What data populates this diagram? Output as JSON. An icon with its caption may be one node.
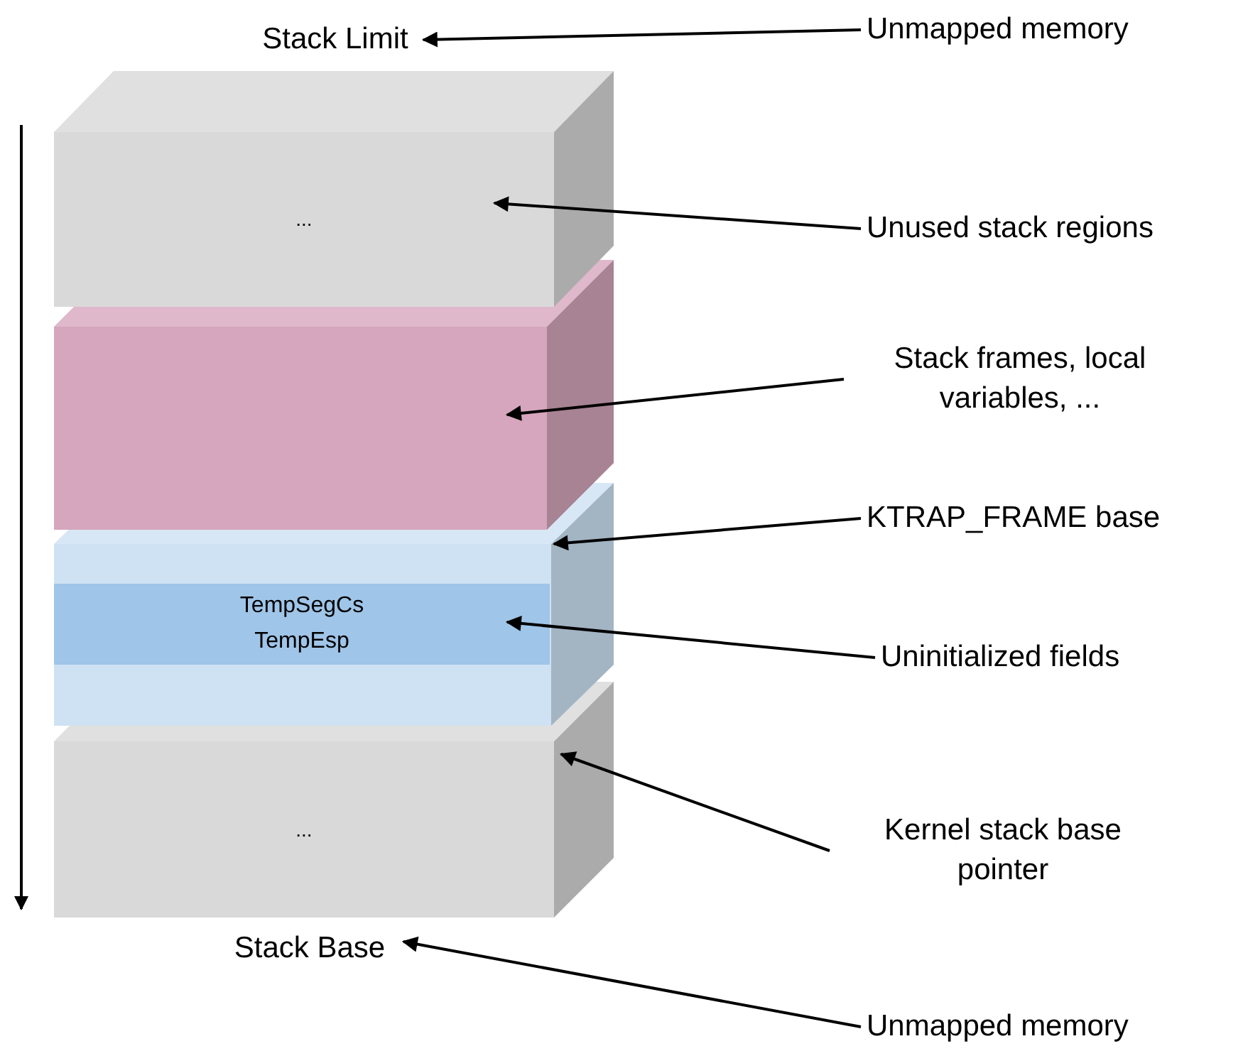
{
  "diagram": {
    "nodes": [
      {
        "text": [
          "Stack Limit"
        ]
      },
      {
        "text": [
          "..."
        ]
      },
      {
        "text": [],
        "shape": "box"
      },
      {
        "text": [],
        "shape": "box"
      },
      {
        "text": [
          "TempSegCs",
          "TempEsp"
        ],
        "in": 3
      },
      {
        "text": [
          "..."
        ]
      },
      {
        "text": [
          "Stack Base"
        ]
      },
      {
        "text": [
          "Unmapped memory"
        ]
      },
      {
        "text": [
          "Unused stack regions"
        ]
      },
      {
        "text": [
          "Stack frames, local variables, ..."
        ]
      },
      {
        "text": [
          "KTRAP_FRAME base"
        ]
      },
      {
        "text": [
          "Uninitialized fields"
        ]
      },
      {
        "text": [
          "Kernel stack base pointer"
        ]
      },
      {
        "text": [
          "Unmapped memory"
        ]
      }
    ],
    "edges": [
      {
        "from": 7,
        "to": 0,
        "arrow": "to"
      },
      {
        "from": 8,
        "to": 1,
        "arrow": "to"
      },
      {
        "from": 9,
        "to": 2,
        "arrow": "to"
      },
      {
        "from": 10,
        "to": 3,
        "arrow": "to"
      },
      {
        "from": 11,
        "to": 4,
        "arrow": "to"
      },
      {
        "from": 12,
        "to": 5,
        "arrow": "to"
      },
      {
        "from": 13,
        "to": 6,
        "arrow": "to"
      }
    ]
  }
}
